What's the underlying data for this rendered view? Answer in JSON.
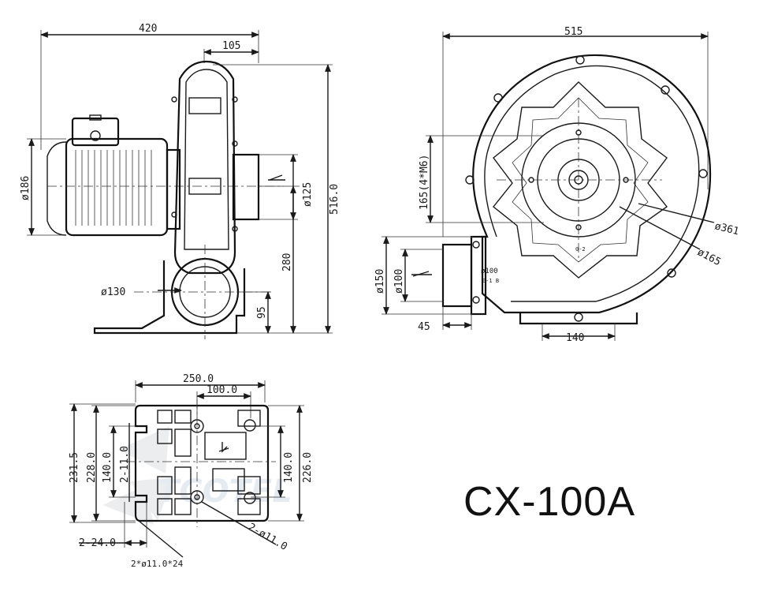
{
  "model": "CX-100A",
  "watermark": "TCOTEL",
  "side_view": {
    "width_total": "420",
    "flange_depth": "105",
    "motor_diameter": "ø186",
    "inlet_diameter": "ø125",
    "height_total": "516.0",
    "outlet_height": "280",
    "outlet_diameter": "ø130",
    "base_height": "95"
  },
  "front_view": {
    "width_total": "515",
    "bolt_pattern": "165(4*M6)",
    "housing_diameter": "ø361",
    "inner_diameter": "ø165",
    "outlet_outer": "ø150",
    "outlet_inner": "ø100",
    "outlet_offset": "45",
    "base_width": "140",
    "small_label_1": "ø100",
    "small_label_2": "0-1 B",
    "small_label_3": "0-2"
  },
  "base_plate": {
    "width": "250.0",
    "hole_spacing_x": "100.0",
    "height_total": "231.5",
    "height_inner": "228.0",
    "hole_spacing_y_left": "140.0",
    "slot_left": "2-11.0",
    "hole_spacing_y_right": "140.0",
    "height_right": "226.0",
    "slot_bottom": "2-24.0",
    "hole_diameter": "2-ø11.0",
    "slot_note": "2*ø11.0*24"
  }
}
